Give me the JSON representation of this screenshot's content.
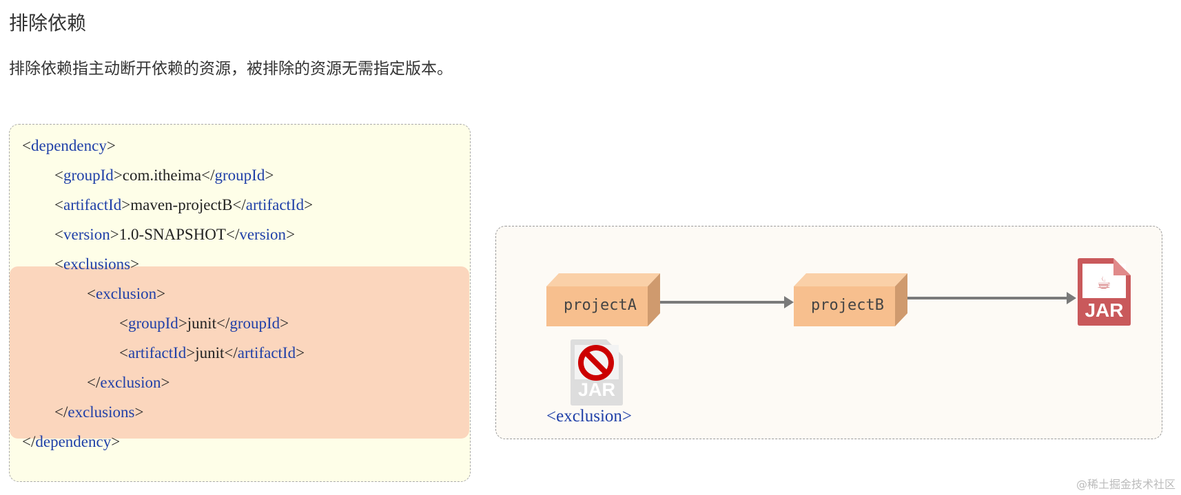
{
  "heading": "排除依赖",
  "description": "排除依赖指主动断开依赖的资源，被排除的资源无需指定版本。",
  "code": {
    "lines": [
      {
        "open": "<",
        "tag": "dependency",
        "close": ">",
        "text": "",
        "etag": ""
      },
      {
        "open": "<",
        "tag": "groupId",
        "close": ">",
        "text": "com.itheima",
        "etag": "groupId"
      },
      {
        "open": "<",
        "tag": "artifactId",
        "close": ">",
        "text": "maven-projectB",
        "etag": "artifactId"
      },
      {
        "open": "<",
        "tag": "version",
        "close": ">",
        "text": "1.0-SNAPSHOT",
        "etag": "version"
      },
      {
        "open": "<",
        "tag": "exclusions",
        "close": ">",
        "text": "",
        "etag": ""
      },
      {
        "open": "<",
        "tag": "exclusion",
        "close": ">",
        "text": "",
        "etag": ""
      },
      {
        "open": "<",
        "tag": "groupId",
        "close": ">",
        "text": "junit",
        "etag": "groupId"
      },
      {
        "open": "<",
        "tag": "artifactId",
        "close": ">",
        "text": "junit",
        "etag": "artifactId"
      },
      {
        "open": "</",
        "tag": "exclusion",
        "close": ">",
        "text": "",
        "etag": ""
      },
      {
        "open": "</",
        "tag": "exclusions",
        "close": ">",
        "text": "",
        "etag": ""
      },
      {
        "open": "</",
        "tag": "dependency",
        "close": ">",
        "text": "",
        "etag": ""
      }
    ],
    "highlight_color": "#fbd6bd",
    "tag_color": "#2040a8"
  },
  "diagram": {
    "project_a": "projectA",
    "project_b": "projectB",
    "jar_label": "JAR",
    "excluded_jar_label": "JAR",
    "exclusion_label": "<exclusion>",
    "box_color": "#f7bf8e",
    "jar_color": "#c9595b"
  },
  "watermark": "@稀土掘金技术社区"
}
